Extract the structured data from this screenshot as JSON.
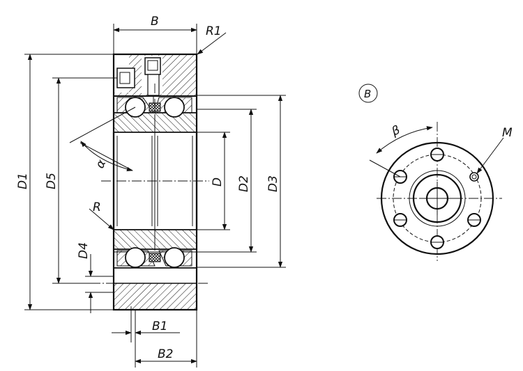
{
  "labels": {
    "B": "B",
    "R1": "R1",
    "D1": "D1",
    "D5": "D5",
    "alpha": "α",
    "R": "R",
    "D4": "D4",
    "D": "D",
    "D2": "D2",
    "D3": "D3",
    "B1": "B1",
    "B2": "B2",
    "view_marker": "B",
    "beta": "β",
    "M": "M"
  },
  "colors": {
    "line": "#111111",
    "background": "#ffffff",
    "bore_fill": "#f2f2f2"
  }
}
